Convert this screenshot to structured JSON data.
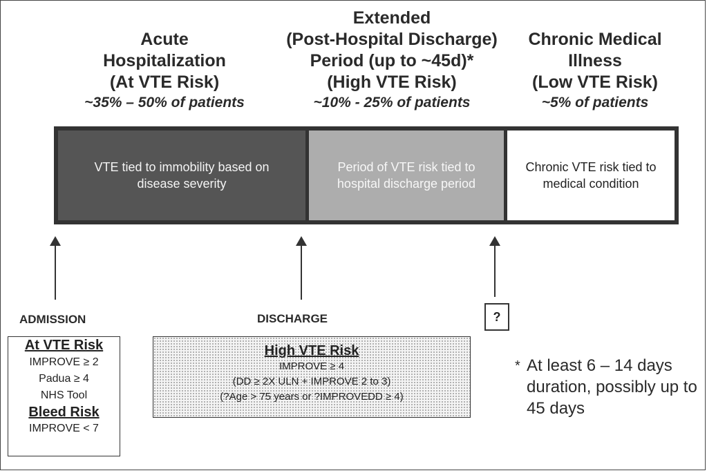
{
  "headers": {
    "acute": {
      "lines": [
        "Acute",
        "Hospitalization",
        "(At VTE Risk)"
      ],
      "pct": "~35% – 50% of patients"
    },
    "extended": {
      "lines": [
        "Extended",
        "(Post-Hospital Discharge)",
        "Period (up to ~45d)*",
        "(High VTE Risk)"
      ],
      "pct": "~10% - 25% of patients"
    },
    "chronic": {
      "lines": [
        "Chronic Medical",
        "Illness",
        "(Low VTE Risk)"
      ],
      "pct": "~5% of patients"
    }
  },
  "timeline": {
    "acute": "VTE tied to immobility based on disease severity",
    "extended": "Period of VTE risk tied to hospital discharge period",
    "chronic": "Chronic VTE risk tied to medical condition",
    "colors": {
      "acute": "#555555",
      "extended": "#adadad",
      "chronic": "#ffffff",
      "border": "#333333"
    }
  },
  "markers": {
    "admission": "ADMISSION",
    "discharge": "DISCHARGE",
    "unknown": "?"
  },
  "admission_box": {
    "risk_title": "At VTE Risk",
    "risk_items": [
      "IMPROVE ≥ 2",
      "Padua ≥ 4",
      "NHS Tool"
    ],
    "bleed_title": "Bleed Risk",
    "bleed_items": [
      "IMPROVE < 7"
    ]
  },
  "discharge_box": {
    "title": "High VTE Risk",
    "items": [
      "IMPROVE ≥ 4",
      "(DD ≥ 2X ULN +  IMPROVE 2 to 3)",
      "(?Age > 75 years or ?IMPROVEDD ≥ 4)"
    ]
  },
  "footnote": {
    "star": "*",
    "text": "At least 6 – 14 days duration, possibly up to 45 days"
  }
}
